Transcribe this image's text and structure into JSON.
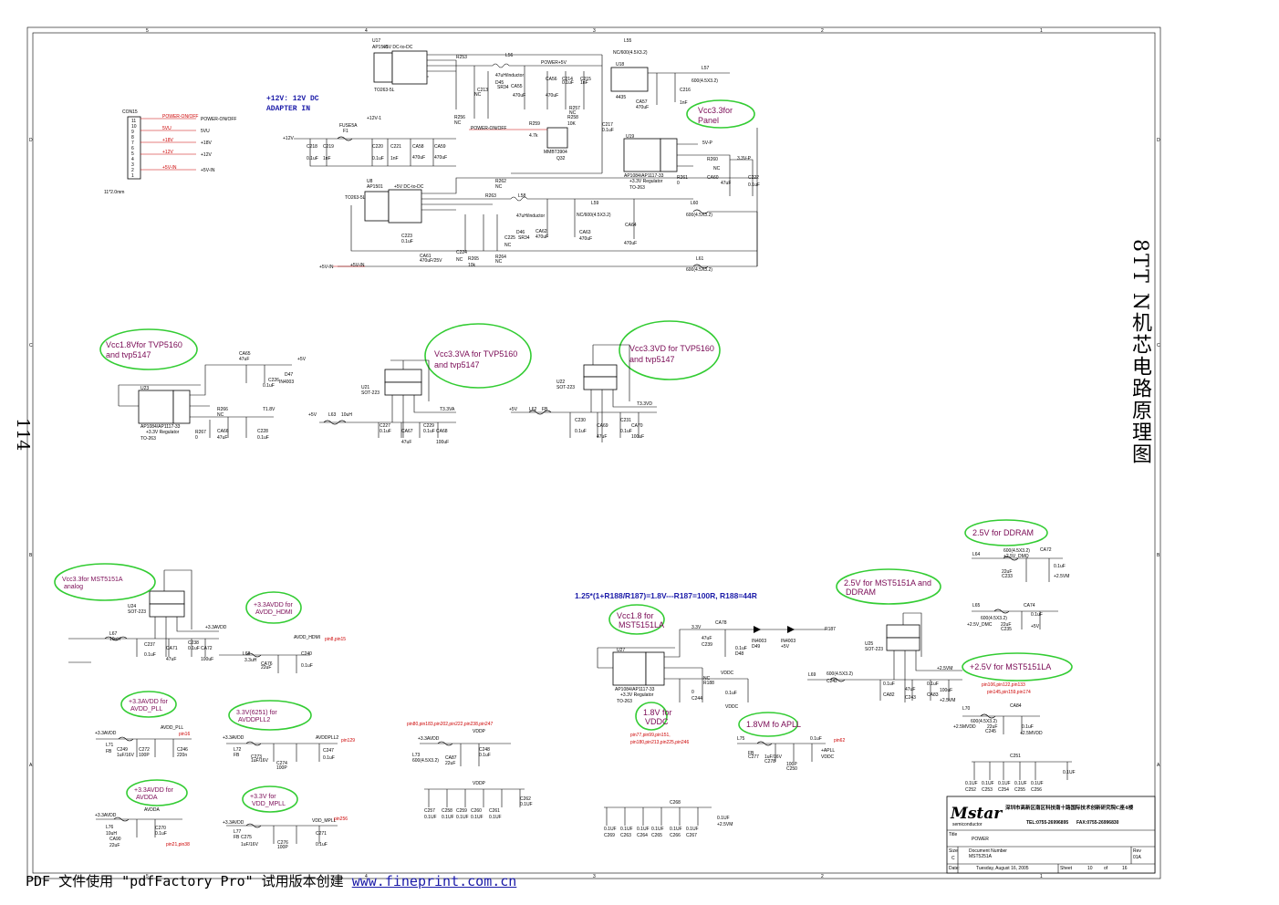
{
  "page_number": "114",
  "vertical_title": "8TT N机芯电路原理图",
  "footer": {
    "prefix": "PDF 文件使用 \"pdfFactory Pro\" 试用版本创建 ",
    "link": "www.fineprint.com.cn"
  },
  "top_section": {
    "adapter_label_1": "+12V: 12V DC",
    "adapter_label_2": "ADAPTER IN",
    "connector": {
      "ref": "CON15",
      "size": "11*2.0mm",
      "pins": [
        "11",
        "10",
        "9",
        "8",
        "7",
        "6",
        "5",
        "4",
        "3",
        "2",
        "1"
      ],
      "nets": [
        "POWER-ON/OFF",
        "5VU",
        "+18V",
        "+12V",
        "+5V-IN"
      ],
      "outs": [
        "POWER-ON/OFF",
        "5VU",
        "+18V",
        "+12V",
        "+5V-IN"
      ]
    },
    "fuse": {
      "ref": "FUSE5A",
      "sub": "F1",
      "net": "+12V-1"
    },
    "u17": {
      "ref": "U17",
      "part": "AP1501",
      "title": "+5V DC-to-DC",
      "pkg": "TO263-5L"
    },
    "u18": {
      "ref": "U18",
      "part": "4435"
    },
    "u19": {
      "ref": "U19",
      "part": "AP1084/AP1117-33",
      "sub": "+3.3V Regulator",
      "pkg": "TO-263"
    },
    "u8": {
      "ref": "U8",
      "part": "AP1501",
      "title": "+5V DC-to-DC",
      "pkg": "TO263-5L"
    },
    "q32": {
      "ref": "Q32",
      "part": "MMBT3904"
    },
    "labels": [
      "R253",
      "L56",
      "47uH/inductor",
      "D45",
      "SR34",
      "CA55",
      "470uF",
      "C213",
      "NC",
      "R256",
      "NC",
      "POWER+5V",
      "C214",
      "0.1uF",
      "C215",
      "1nF",
      "CA56",
      "470uF",
      "L55",
      "NC/600(4.5X3.2)",
      "L57",
      "600(4.5X3.2)",
      "C216",
      "1nF",
      "CA57",
      "470uF",
      "R257",
      "NC",
      "R258",
      "10K",
      "R259",
      "4.7k",
      "C217",
      "0.1uF",
      "POWER-ON/OFF",
      "5V-P",
      "3.3V-P",
      "R260",
      "NC",
      "R261",
      "0",
      "CA60",
      "47uF",
      "C222",
      "0.1uF",
      "C218",
      "0.1uF",
      "C219",
      "1nF",
      "C220",
      "0.1uF",
      "C221",
      "1nF",
      "CA58",
      "470uF",
      "CA59",
      "470uF",
      "R262",
      "NC",
      "R263",
      "L58",
      "47uH/inductor",
      "L59",
      "NC/600(4.5X3.2)",
      "L60",
      "600(4.5X3.2)",
      "C223",
      "0.1uF",
      "CA61",
      "470uF/25V",
      "C224",
      "NC",
      "R265",
      "10k",
      "D46",
      "SR34",
      "C225",
      "NC",
      "CA62",
      "470uF",
      "CA63",
      "470uF",
      "CA64",
      "470uF",
      "R264",
      "NC",
      "L61",
      "600(4.5X3.2)",
      "+5V-IN",
      "+5V-IN",
      "+12V"
    ],
    "bubble_panel": "Vcc3.3for Panel"
  },
  "middle_section": {
    "bubble_u23": "Vcc1.8Vfor TVP5160 and tvp5147",
    "bubble_u21": "Vcc3.3VA for TVP5160 and tvp5147",
    "bubble_u22": "Vcc3.3VD for TVP5160 and tvp5147",
    "u23": {
      "ref": "U23",
      "part": "AP1084/AP1117-33",
      "sub": "+3.3V Regulator",
      "pkg": "TO-263"
    },
    "u21": {
      "ref": "U21",
      "pkg": "SOT-223"
    },
    "u22": {
      "ref": "U22",
      "pkg": "SOT-223"
    },
    "labels": [
      "CA65",
      "47uF",
      "D47",
      "IN4003",
      "C226",
      "0.1uF",
      "R266",
      "NC",
      "R267",
      "0",
      "CA66",
      "47uF",
      "C228",
      "0.1uF",
      "T1.8V",
      "L63",
      "10uH",
      "C227",
      "0.1uF",
      "CA67",
      "47uF",
      "C229",
      "0.1uF",
      "CA68",
      "100uF",
      "T3.3VA",
      "L62",
      "FB",
      "C230",
      "0.1uF",
      "CA69",
      "47uF",
      "C231",
      "0.1uF",
      "CA70",
      "100uF",
      "T3.3VD",
      "+5V",
      "+5V",
      "+5V"
    ]
  },
  "bottom_section": {
    "formula": "1.25*(1+R188/R187)=1.8V---R187=100R, R188=44R",
    "bubbles": [
      "Vcc3.3for MST5151A analog",
      "+3.3AVDD for AVDD_HDMI",
      "+3.3AVDD for AVDD_PLL",
      "3.3V(6251) for AVDDPLL2",
      "+3.3AVDD for AVDDA",
      "+3.3V for VDD_MPLL",
      "Vcc1.8 for MST5151LA",
      "1.8V for VDDC",
      "1.8VM fo APLL",
      "2.5V for DDRAM",
      "2.5V for MST5151A and DDRAM",
      "+2.5V for MST5151LA"
    ],
    "red_notes": [
      "pin8,pin15",
      "pin16",
      "pin129",
      "pin80,pin183,pin202,pin222,pin238,pin247",
      "pin21,pin38",
      "pin256",
      "pin77,pin99,pin151,",
      "pin180,pin213,pin225,pin246",
      "pin62",
      "pin106,pin122,pin133",
      "pin145,pin159,pin174"
    ],
    "u24": {
      "ref": "U24",
      "pkg": "SOT-223"
    },
    "u27": {
      "ref": "U27",
      "part": "AP1084/AP1117-33",
      "sub": "+3.3V Regulator",
      "pkg": "TO-263"
    },
    "u25": {
      "ref": "U25",
      "pkg": "SOT-223"
    },
    "labels": [
      "L67",
      "10uH",
      "+3.3AVDD",
      "C237",
      "0.1uF",
      "CA71",
      "47uF",
      "C238",
      "0.1uF",
      "CA72",
      "100uF",
      "L68",
      "3.3uH",
      "CA76",
      "22uF",
      "C240",
      "0.1uF",
      "AVDD_HDMI",
      "+3.3AVDD",
      "AVDD_PLL",
      "L71",
      "FB",
      "C249",
      "1uF/16V",
      "C272",
      "100P",
      "C246",
      "220n",
      "+3.3AVDD",
      "AVDDPLL2",
      "L72",
      "FB",
      "C273",
      "1uF/16V",
      "C274",
      "100P",
      "C247",
      "0.1uF",
      "+3.3AVDD",
      "AVDDA",
      "L76",
      "10uH",
      "CA90",
      "22uF",
      "C270",
      "0.1uF",
      "+3.3AVDD",
      "VDD_MPLL",
      "L77",
      "FB",
      "C275",
      "1uF/16V",
      "C276",
      "100P",
      "C271",
      "0.1uF",
      "+3.3AVDD",
      "VDDP",
      "L73",
      "600(4.5X3.2)",
      "CA87",
      "22uF",
      "C248",
      "0.1uF",
      "VDDP",
      "C257",
      "0.1UF",
      "C258",
      "0.1UF",
      "C259",
      "0.1UF",
      "C260",
      "0.1UF",
      "C261",
      "0.1UF",
      "C262",
      "0.1UF",
      "3.3V",
      "CA78",
      "47uF",
      "C239",
      "0.1uF",
      "D48",
      "IN4003",
      "D49",
      "IN4003",
      "+5V",
      "R187",
      "NC",
      "R188",
      "0",
      "C244",
      "0.1uF",
      "VDDC",
      "VDDC",
      "L75",
      "FB",
      "C277",
      "1uF/16V",
      "C278",
      "100P",
      "C250",
      "0.1uF",
      "+APLL",
      "VDDC",
      "C268",
      "0.1UF",
      "C269",
      "0.1UF",
      "C263",
      "0.1UF",
      "C264",
      "0.1UF",
      "C265",
      "0.1UF",
      "C266",
      "0.1UF",
      "C267",
      "0.1UF",
      "+2.5VM",
      "L64",
      "600(4.5X3.2)",
      "+2.5V_DMQ",
      "CA72",
      "22uF",
      "C233",
      "0.1uF",
      "+2.5VM",
      "L65",
      "600(4.5X3.2)",
      "+2.5V_DMC",
      "CA74",
      "22uF",
      "C235",
      "0.1uF",
      "+5V",
      "L69",
      "600(4.5X3.2)",
      "C242",
      "0.1uF",
      "CA82",
      "47uF",
      "C243",
      "0.1uF",
      "CA83",
      "100uF",
      "+2.5VM",
      "+2.5VM",
      "L70",
      "600(4.5X3.2)",
      "+2.5MVDD",
      "CA84",
      "22uF",
      "C245",
      "0.1uF",
      "+2.5MVDD",
      "C251",
      "0.1UF",
      "C252",
      "0.1UF",
      "C253",
      "0.1UF",
      "C254",
      "0.1UF",
      "C255",
      "0.1UF",
      "C256",
      "0.1UF"
    ]
  },
  "title_block": {
    "logo": "Mstar",
    "logo_sub": "semiconductor",
    "company": "深圳市高新区南区科技南十路国际技术创新研究院C座4楼",
    "tel": "TEL:0755-26996895",
    "fax": "FAX:0755-26996830",
    "title_label": "Title",
    "title": "POWER",
    "size_label": "Size",
    "size": "C",
    "docnum_label": "Document Number",
    "docnum": "MST5251A",
    "rev_label": "Rev",
    "rev": "01A",
    "date_label": "Date:",
    "date": "Tuesday, August 16, 2005",
    "sheet_label": "Sheet",
    "sheet": "10",
    "of_label": "of",
    "of": "16"
  },
  "border": {
    "cols": [
      "5",
      "4",
      "3",
      "2",
      "1"
    ],
    "rows": [
      "D",
      "C",
      "B",
      "A"
    ]
  }
}
